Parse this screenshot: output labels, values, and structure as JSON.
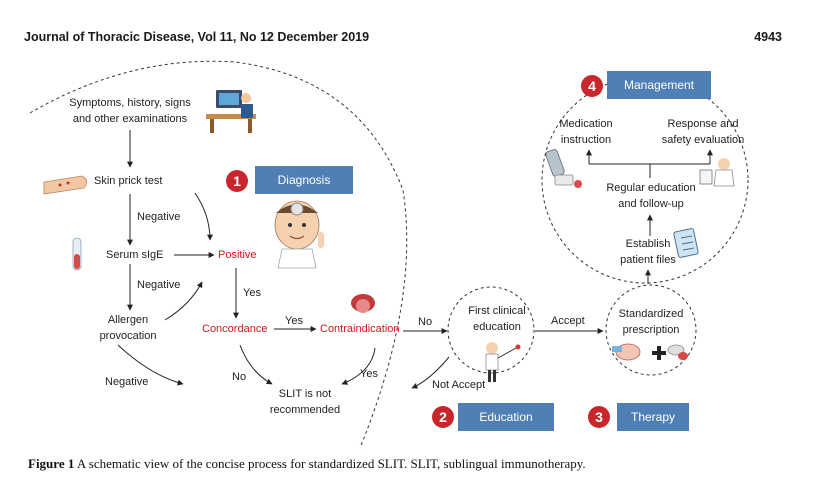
{
  "header": {
    "journal": "Journal of Thoracic Disease, Vol 11, No 12 December 2019",
    "page": "4943"
  },
  "diagnosis": {
    "symptoms": [
      "Symptoms, history, signs",
      "and other examinations"
    ],
    "skin_prick": "Skin prick test",
    "negative_1": "Negative",
    "serum": "Serum sIgE",
    "positive": "Positive",
    "negative_2": "Negative",
    "allergen": [
      "Allergen",
      "provocation"
    ],
    "yes_1": "Yes",
    "concordance": "Concordance",
    "yes_2": "Yes",
    "contraindication": "Contraindication",
    "negative_3": "Negative",
    "no_1": "No",
    "yes_3": "Yes",
    "slit": [
      "SLIT is not",
      "recommended"
    ]
  },
  "flow": {
    "no_2": "No",
    "first_clinical": [
      "First clinical",
      "education"
    ],
    "accept": "Accept",
    "not_accept": "Not Accept",
    "standardized": [
      "Standardized",
      "prescription"
    ]
  },
  "management": {
    "medication": [
      "Medication",
      "instruction"
    ],
    "response": [
      "Response and",
      "safety evaluation"
    ],
    "regular": [
      "Regular education",
      "and follow-up"
    ],
    "establish": [
      "Establish",
      "patient files"
    ]
  },
  "stages": [
    {
      "num": "1",
      "label": "Diagnosis"
    },
    {
      "num": "2",
      "label": "Education"
    },
    {
      "num": "3",
      "label": "Therapy"
    },
    {
      "num": "4",
      "label": "Management"
    }
  ],
  "caption": {
    "label": "Figure 1",
    "text": " A schematic view of the concise process for standardized SLIT. SLIT, sublingual immunotherapy."
  }
}
